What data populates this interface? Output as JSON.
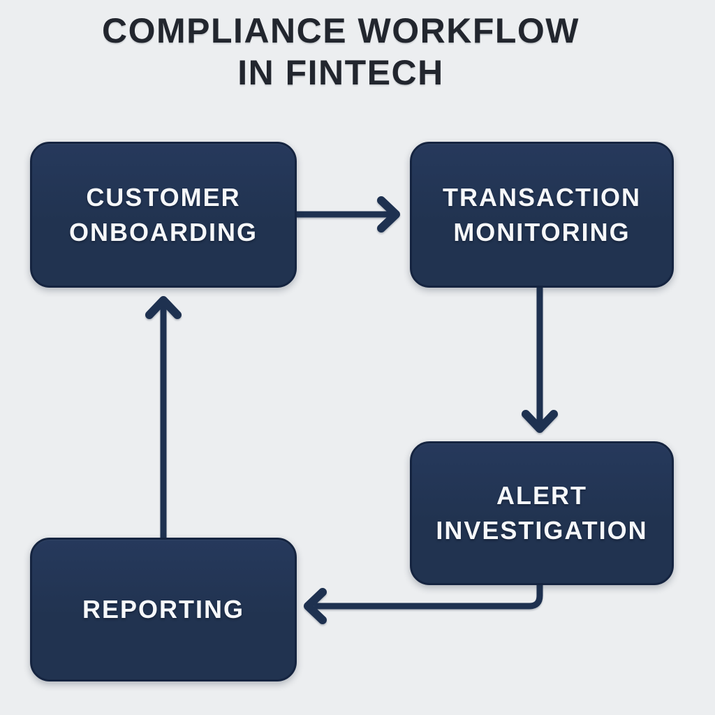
{
  "title": {
    "line1": "COMPLIANCE WORKFLOW",
    "line2": "IN FINTECH"
  },
  "nodes": {
    "customer_onboarding": {
      "lines": [
        "CUSTOMER",
        "ONBOARDING"
      ]
    },
    "transaction_monitoring": {
      "lines": [
        "TRANSACTION",
        "MONITORING"
      ]
    },
    "alert_investigation": {
      "lines": [
        "ALERT",
        "INVESTIGATION"
      ]
    },
    "reporting": {
      "lines": [
        "REPORTING"
      ]
    }
  },
  "flow": [
    {
      "from": "CUSTOMER ONBOARDING",
      "to": "TRANSACTION MONITORING",
      "direction": "right"
    },
    {
      "from": "TRANSACTION MONITORING",
      "to": "ALERT INVESTIGATION",
      "direction": "down"
    },
    {
      "from": "ALERT INVESTIGATION",
      "to": "REPORTING",
      "direction": "down-then-left"
    },
    {
      "from": "REPORTING",
      "to": "CUSTOMER ONBOARDING",
      "direction": "up"
    }
  ],
  "colors": {
    "background": "#eceef0",
    "node_fill": "#213350",
    "node_fill_top": "#26395c",
    "node_border": "#152440",
    "node_text": "#f6f8fa",
    "arrow": "#1e3150",
    "title_text": "#22262e"
  }
}
